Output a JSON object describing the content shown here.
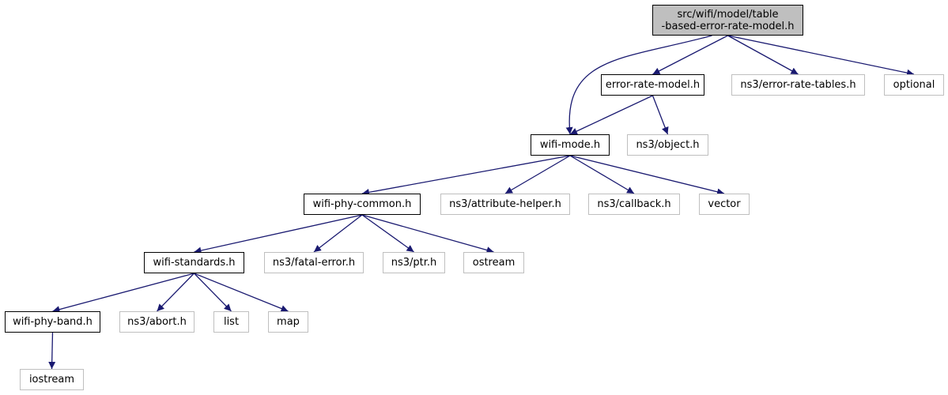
{
  "graph": {
    "edge_color": "#191970",
    "root_fill": "#bfbfbf",
    "external_border": "#bfbfbf",
    "nodes": [
      {
        "id": "root",
        "kind": "root",
        "lines": [
          "src/wifi/model/table",
          "-based-error-rate-model.h"
        ]
      },
      {
        "id": "error-rate-model",
        "kind": "internal",
        "lines": [
          "error-rate-model.h"
        ]
      },
      {
        "id": "error-rate-tables",
        "kind": "external",
        "lines": [
          "ns3/error-rate-tables.h"
        ]
      },
      {
        "id": "optional",
        "kind": "external",
        "lines": [
          "optional"
        ]
      },
      {
        "id": "wifi-mode",
        "kind": "internal",
        "lines": [
          "wifi-mode.h"
        ]
      },
      {
        "id": "object",
        "kind": "external",
        "lines": [
          "ns3/object.h"
        ]
      },
      {
        "id": "wifi-phy-common",
        "kind": "internal",
        "lines": [
          "wifi-phy-common.h"
        ]
      },
      {
        "id": "attribute-helper",
        "kind": "external",
        "lines": [
          "ns3/attribute-helper.h"
        ]
      },
      {
        "id": "callback",
        "kind": "external",
        "lines": [
          "ns3/callback.h"
        ]
      },
      {
        "id": "vector",
        "kind": "external",
        "lines": [
          "vector"
        ]
      },
      {
        "id": "wifi-standards",
        "kind": "internal",
        "lines": [
          "wifi-standards.h"
        ]
      },
      {
        "id": "fatal-error",
        "kind": "external",
        "lines": [
          "ns3/fatal-error.h"
        ]
      },
      {
        "id": "ptr",
        "kind": "external",
        "lines": [
          "ns3/ptr.h"
        ]
      },
      {
        "id": "ostream",
        "kind": "external",
        "lines": [
          "ostream"
        ]
      },
      {
        "id": "wifi-phy-band",
        "kind": "internal",
        "lines": [
          "wifi-phy-band.h"
        ]
      },
      {
        "id": "abort",
        "kind": "external",
        "lines": [
          "ns3/abort.h"
        ]
      },
      {
        "id": "list",
        "kind": "external",
        "lines": [
          "list"
        ]
      },
      {
        "id": "map",
        "kind": "external",
        "lines": [
          "map"
        ]
      },
      {
        "id": "iostream",
        "kind": "external",
        "lines": [
          "iostream"
        ]
      }
    ],
    "edges": [
      [
        "root",
        "wifi-mode"
      ],
      [
        "root",
        "error-rate-model"
      ],
      [
        "root",
        "error-rate-tables"
      ],
      [
        "root",
        "optional"
      ],
      [
        "error-rate-model",
        "wifi-mode"
      ],
      [
        "error-rate-model",
        "object"
      ],
      [
        "wifi-mode",
        "wifi-phy-common"
      ],
      [
        "wifi-mode",
        "attribute-helper"
      ],
      [
        "wifi-mode",
        "callback"
      ],
      [
        "wifi-mode",
        "vector"
      ],
      [
        "wifi-phy-common",
        "wifi-standards"
      ],
      [
        "wifi-phy-common",
        "fatal-error"
      ],
      [
        "wifi-phy-common",
        "ptr"
      ],
      [
        "wifi-phy-common",
        "ostream"
      ],
      [
        "wifi-standards",
        "wifi-phy-band"
      ],
      [
        "wifi-standards",
        "abort"
      ],
      [
        "wifi-standards",
        "list"
      ],
      [
        "wifi-standards",
        "map"
      ],
      [
        "wifi-phy-band",
        "iostream"
      ]
    ]
  }
}
